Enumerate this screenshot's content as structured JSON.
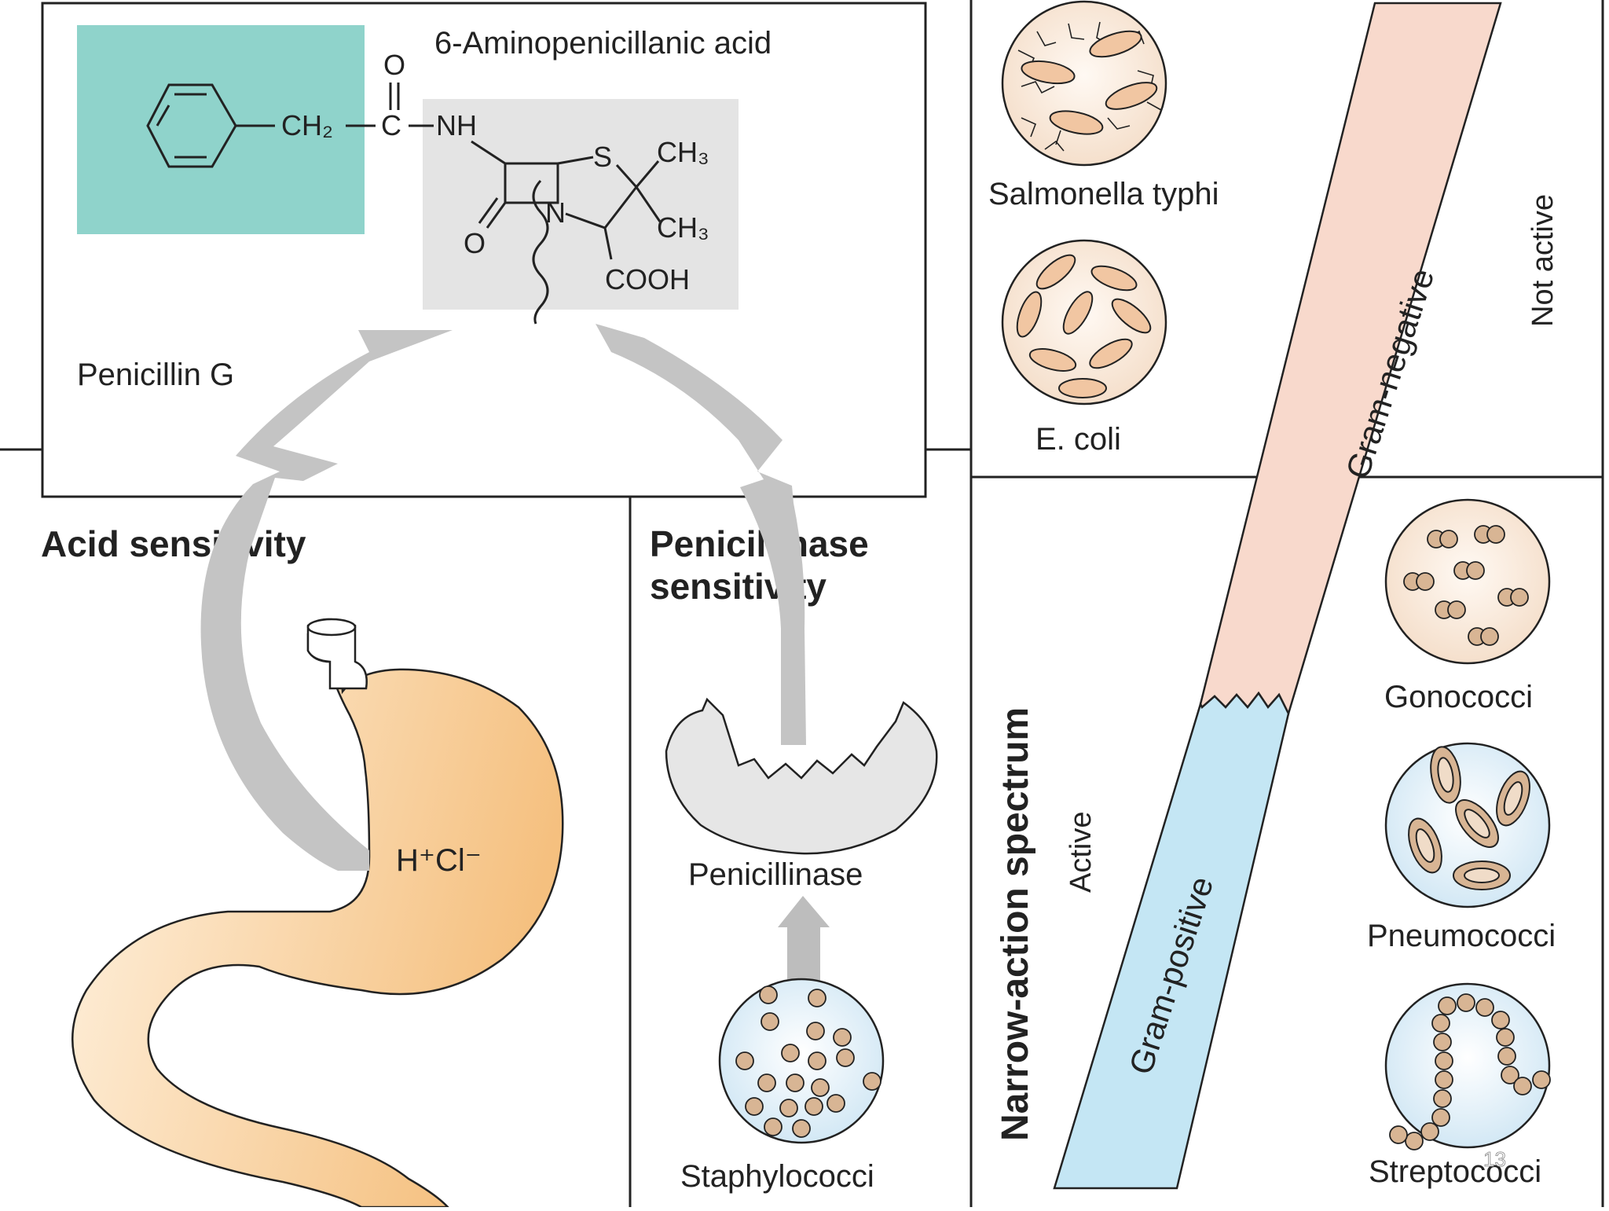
{
  "molecule": {
    "core_label": "6-Aminopenicillanic acid",
    "drug_label": "Penicillin G",
    "atoms": {
      "o_top": "O",
      "ch2": "CH₂",
      "c": "C",
      "nh": "NH",
      "s": "S",
      "ch3_a": "CH₃",
      "ch3_b": "CH₃",
      "o_left": "O",
      "n": "N",
      "cooh": "COOH"
    }
  },
  "acid": {
    "heading": "Acid sensitivity",
    "hcl": "H⁺Cl⁻"
  },
  "penicillinase": {
    "heading_line1": "Penicillinase",
    "heading_line2": "sensitivity",
    "enzyme_label": "Penicillinase",
    "organism_label": "Staphylococci"
  },
  "spectrum": {
    "heading": "Narrow-action spectrum",
    "active": "Active",
    "not_active": "Not active",
    "gram_negative": "Gram-negative",
    "gram_positive": "Gram-positive",
    "organisms": [
      "Salmonella typhi",
      "E. coli",
      "Gonococci",
      "Pneumococci",
      "Streptococci"
    ]
  },
  "page_number": "13",
  "colors": {
    "teal": "#8fd3cb",
    "core_grey": "#e4e4e4",
    "arrow_grey": "#c4c4c4",
    "stomach": "#f7c98e",
    "gram_negative": "#f8d9cc",
    "gram_positive": "#c4e6f4",
    "cell_tan": "#d8b594",
    "cell_bg": "#fbeee2",
    "cell_blue_bg": "#e4f2fa"
  }
}
